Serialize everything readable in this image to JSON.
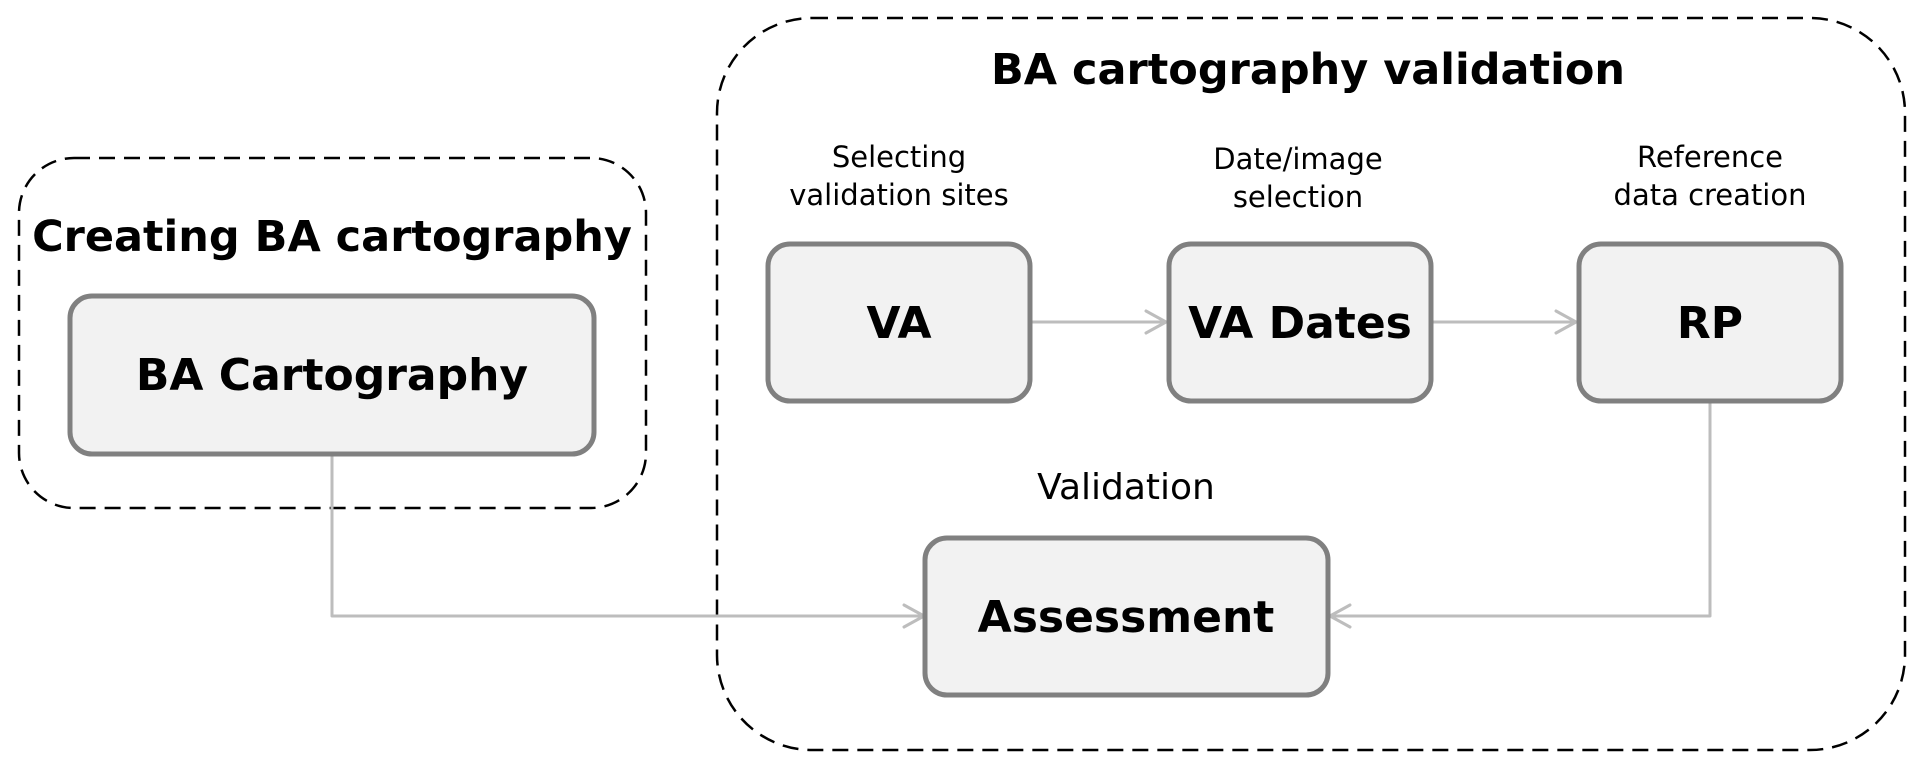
{
  "groups": {
    "creating": {
      "title": "Creating BA cartography"
    },
    "validation": {
      "title": "BA cartography validation"
    }
  },
  "nodes": {
    "ba_cartography": {
      "label": "BA Cartography"
    },
    "va": {
      "label": "VA",
      "caption_line1": "Selecting",
      "caption_line2": "validation sites"
    },
    "va_dates": {
      "label": "VA Dates",
      "caption_line1": "Date/image",
      "caption_line2": "selection"
    },
    "rp": {
      "label": "RP",
      "caption_line1": "Reference",
      "caption_line2": "data creation"
    },
    "assessment": {
      "label": "Assessment",
      "caption": "Validation"
    }
  },
  "edges": [
    {
      "from": "VA",
      "to": "VA Dates"
    },
    {
      "from": "VA Dates",
      "to": "RP"
    },
    {
      "from": "RP",
      "to": "Assessment"
    },
    {
      "from": "BA Cartography",
      "to": "Assessment"
    }
  ],
  "colors": {
    "node_fill": "#f2f2f2",
    "node_border": "#808080",
    "arrow": "#bdbdbd",
    "group_border": "#000000"
  }
}
